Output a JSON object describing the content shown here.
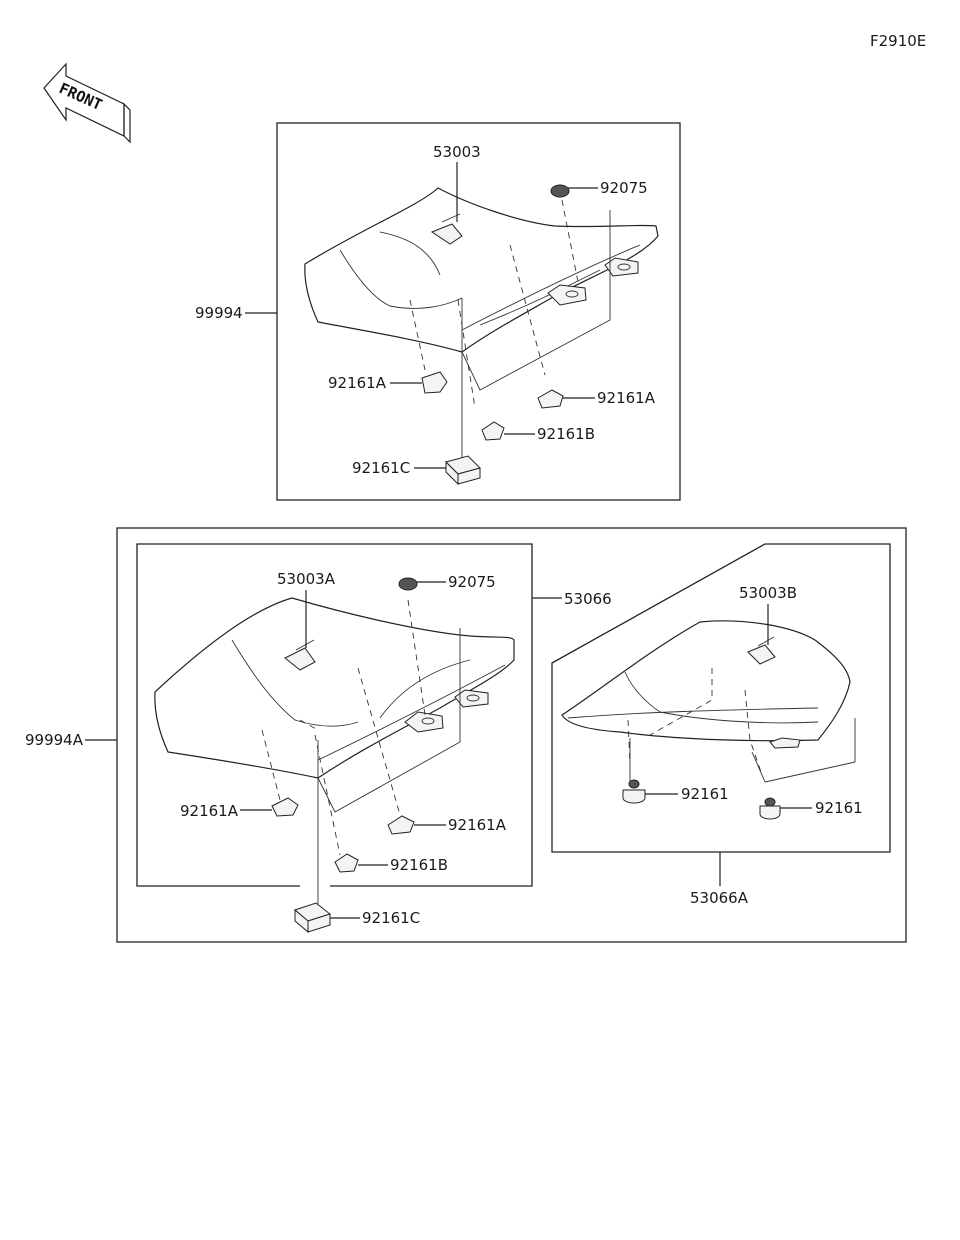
{
  "figure_code": "F2910E",
  "front_arrow": {
    "text": "FRONT",
    "icon": "front-arrow-icon"
  },
  "upper_assembly": {
    "assembly": "99994",
    "cover": "53003",
    "cap": "92075",
    "damper_a_left": "92161A",
    "damper_a_right": "92161A",
    "damper_b": "92161B",
    "damper_c": "92161C"
  },
  "lower_assembly": {
    "assembly": "99994A",
    "front_seat": {
      "seat": "53066",
      "cover": "53003A",
      "cap": "92075",
      "damper_a_left": "92161A",
      "damper_a_right": "92161A",
      "damper_b": "92161B",
      "damper_c": "92161C"
    },
    "rear_seat": {
      "seat": "53066A",
      "cover": "53003B",
      "damper_left": "92161",
      "damper_right": "92161"
    }
  }
}
